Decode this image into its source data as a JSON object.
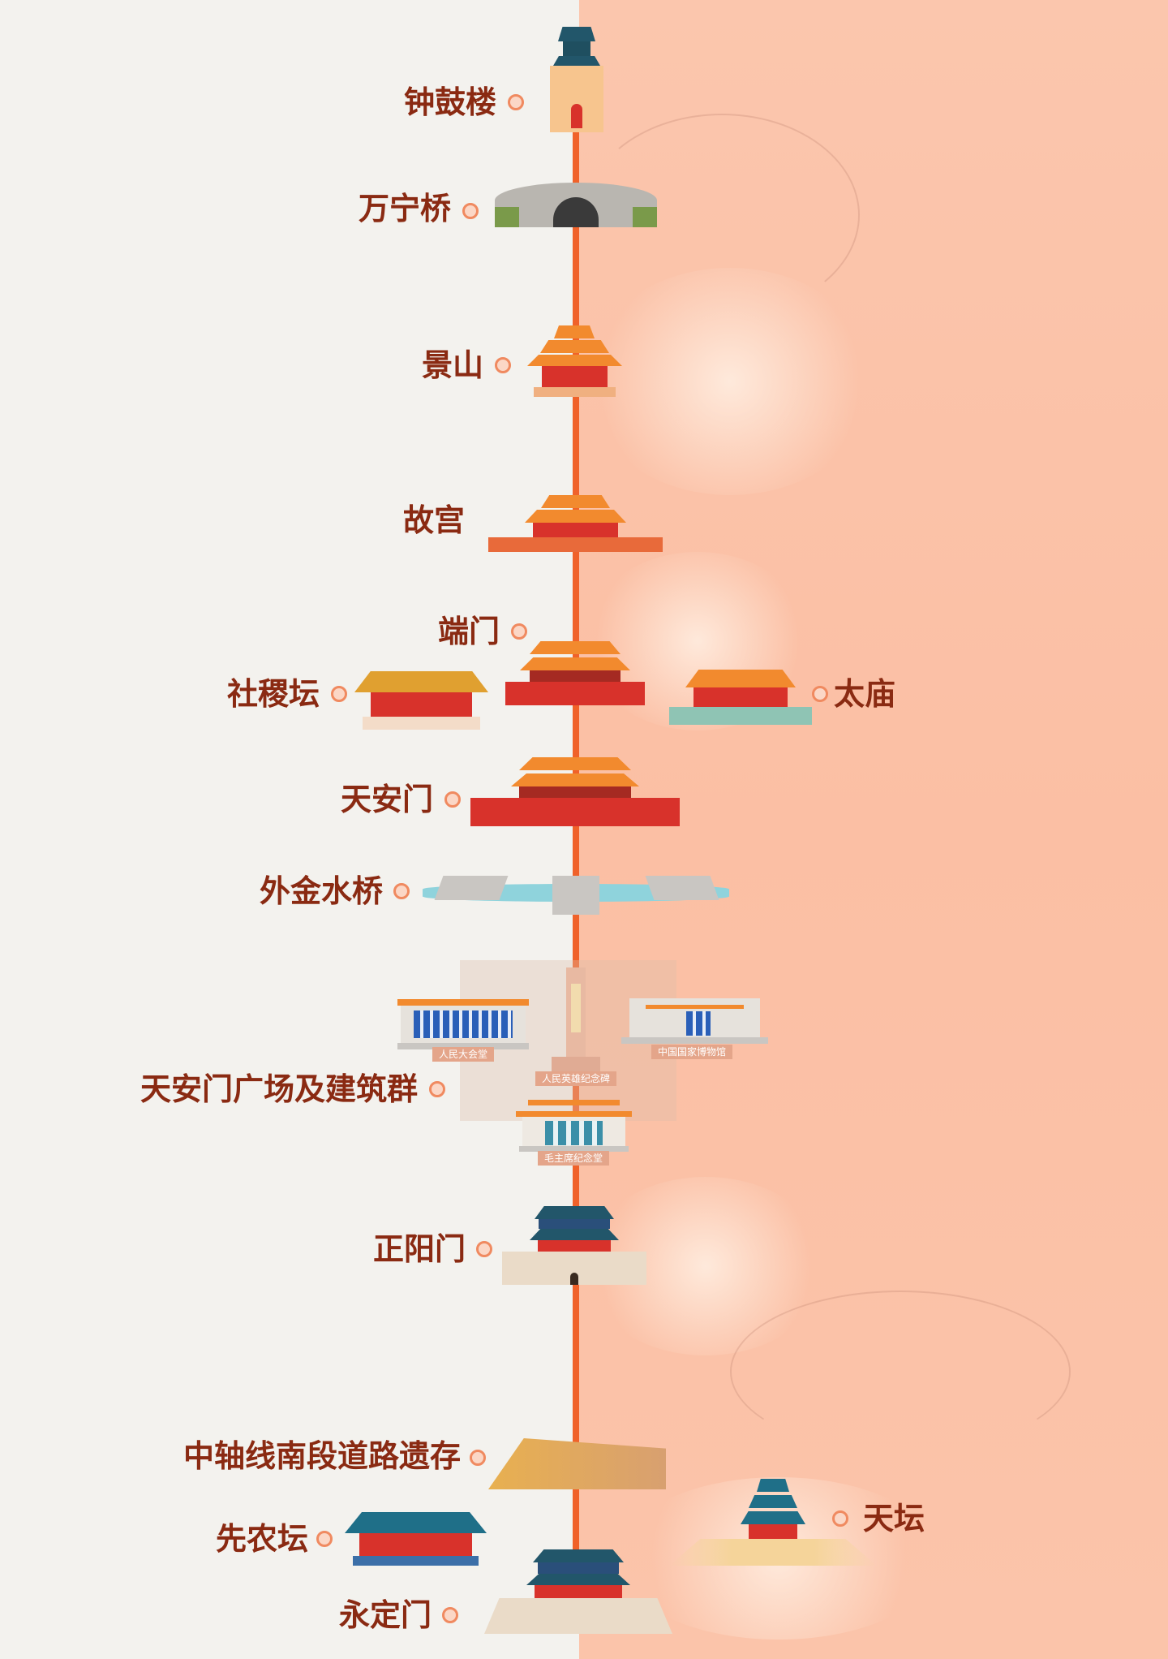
{
  "sites": {
    "zhonggulou": "钟鼓楼",
    "wanningqiao": "万宁桥",
    "jingshan": "景山",
    "gugong": "故宫",
    "duanmen": "端门",
    "shejitan": "社稷坛",
    "taimiao": "太庙",
    "tiananmen": "天安门",
    "waijinshuiqiao": "外金水桥",
    "square": "天安门广场及建筑群",
    "zhengyangmen": "正阳门",
    "road": "中轴线南段道路遗存",
    "xiannongtan": "先农坛",
    "tiantan": "天坛",
    "yongdingmen": "永定门"
  },
  "square_buildings": {
    "great_hall": "人民大会堂",
    "museum": "中国国家博物馆",
    "monument": "人民英雄纪念碑",
    "mausoleum": "毛主席纪念堂"
  },
  "colors": {
    "axis": "#f0622a",
    "label": "#8a2a12",
    "left_bg": "#f3f2ee",
    "right_bg": "#fbc3a8"
  }
}
